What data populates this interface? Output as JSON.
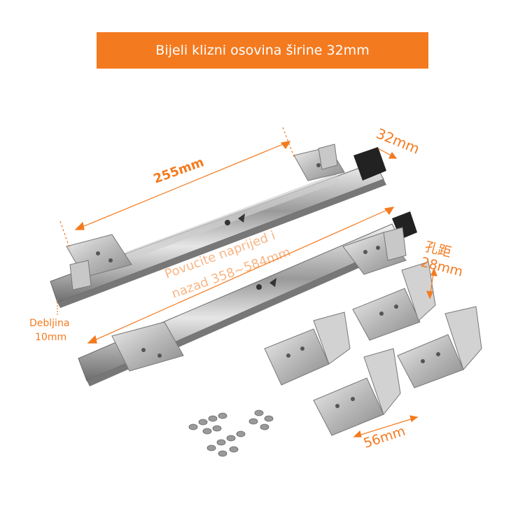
{
  "banner": {
    "title": "Bijeli klizni osovina širine 32mm",
    "color": "#f47a1f"
  },
  "labels": {
    "length": "255mm",
    "width": "32mm",
    "hole_spacing_a": "孔距",
    "hole_spacing_b": "28mm",
    "thickness_a": "Debljina",
    "thickness_b": "10mm",
    "pull_a": "Povucite naprijed i",
    "pull_b": "nazad 358~584mm",
    "bracket_width": "56mm"
  }
}
